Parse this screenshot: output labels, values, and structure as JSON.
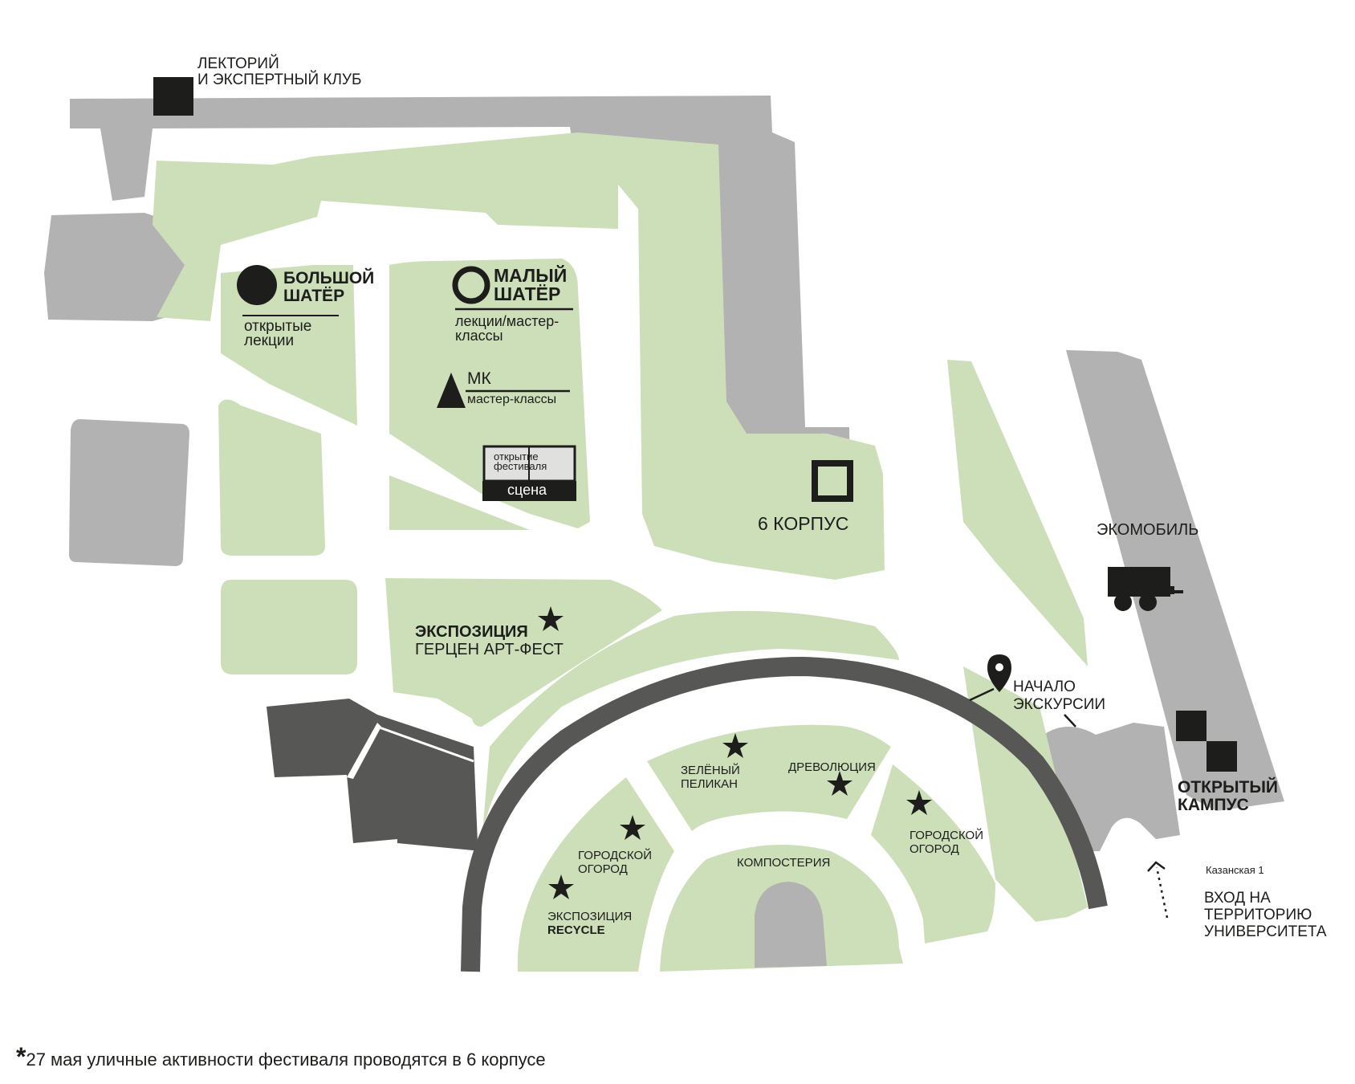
{
  "colors": {
    "green": "#cddfb9",
    "building": "#b2b2b2",
    "dark_building": "#575756",
    "ring": "#575756",
    "ink": "#1d1d1b",
    "background": "#ffffff"
  },
  "labels": {
    "lectorium_1": "ЛЕКТОРИЙ",
    "lectorium_2": "И ЭКСПЕРТНЫЙ КЛУБ",
    "big_tent_1": "БОЛЬШОЙ",
    "big_tent_2": "ШАТЁР",
    "big_tent_sub_1": "открытые",
    "big_tent_sub_2": "лекции",
    "small_tent_1": "МАЛЫЙ",
    "small_tent_2": "ШАТЁР",
    "small_tent_sub_1": "лекции/мастер-",
    "small_tent_sub_2": "классы",
    "mk_title": "МК",
    "mk_sub": "мастер-классы",
    "stage_top_1": "открытие",
    "stage_top_2": "фестиваля",
    "stage_bottom": "сцена",
    "building6": "6 КОРПУС",
    "ecomobile": "ЭКОМОБИЛЬ",
    "exposition_1": "ЭКСПОЗИЦИЯ",
    "exposition_2": "ГЕРЦЕН АРТ-ФЕСТ",
    "tour_1": "НАЧАЛО",
    "tour_2": "ЭКСКУРСИИ",
    "open_campus_1": "ОТКРЫТЫЙ",
    "open_campus_2": "КАМПУС",
    "green_pelican_1": "ЗЕЛЁНЫЙ",
    "green_pelican_2": "ПЕЛИКАН",
    "drevolution": "ДРЕВОЛЮЦИЯ",
    "city_garden_left_1": "ГОРОДСКОЙ",
    "city_garden_left_2": "ОГОРОД",
    "city_garden_right_1": "ГОРОДСКОЙ",
    "city_garden_right_2": "ОГОРОД",
    "compostery": "КОМПОСТЕРИЯ",
    "recycle_1": "ЭКСПОЗИЦИЯ",
    "recycle_2": "RECYCLE",
    "address": "Казанская 1",
    "entrance_1": "ВХОД НА",
    "entrance_2": "ТЕРРИТОРИЮ",
    "entrance_3": "УНИВЕРСИТЕТА",
    "footnote_star": "*",
    "footnote": "27 мая уличные активности фестиваля проводятся в 6 корпусе"
  },
  "icons": {
    "big_tent": "filled-circle-icon",
    "small_tent": "ring-icon",
    "workshop": "triangle-icon",
    "stage": "stage-icon",
    "building6": "square-frame-icon",
    "lectorium": "filled-square-icon",
    "ecomobile": "truck-icon",
    "tour_start": "map-pin-icon",
    "activity": "star-icon",
    "entrance": "dotted-arrow-icon",
    "open_campus": "checker-squares-icon"
  }
}
